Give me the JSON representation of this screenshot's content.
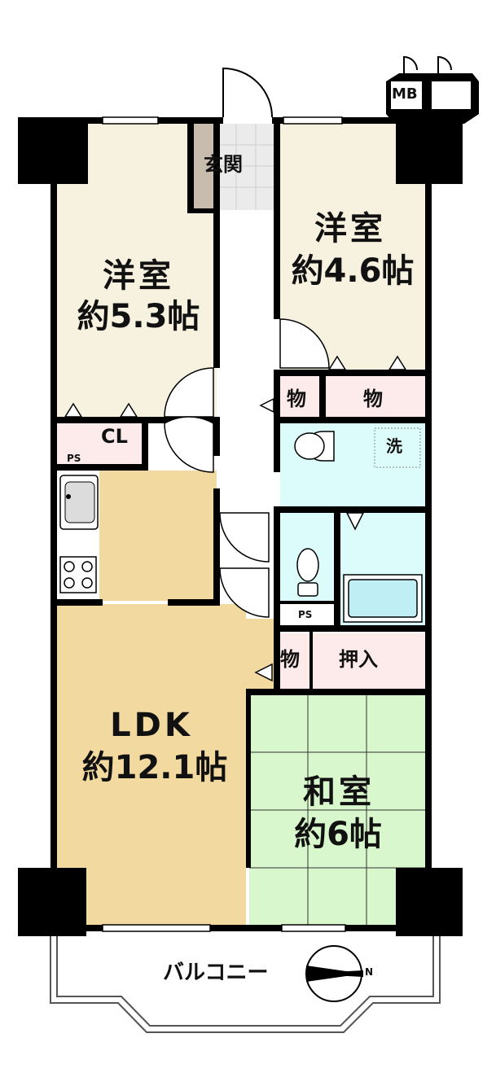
{
  "rooms": {
    "bedroom_left": {
      "name": "洋室",
      "size": "約5.3帖"
    },
    "bedroom_right": {
      "name": "洋室",
      "size": "約4.6帖"
    },
    "ldk": {
      "name": "LDK",
      "size": "約12.1帖"
    },
    "washitsu": {
      "name": "和室",
      "size": "約6帖"
    }
  },
  "labels": {
    "entrance": "玄関",
    "meter_box": "MB",
    "closet": "CL",
    "pipe_shaft_left": "PS",
    "pipe_shaft_center": "PS",
    "storage_1": "物",
    "storage_2": "物",
    "storage_3": "物",
    "washer": "洗",
    "oshiire": "押入",
    "balcony": "バルコニー",
    "compass_n": "N"
  },
  "colors": {
    "bedroom": "#f7f1e0",
    "ldk": "#f1d9a0",
    "kitchen": "#f1d9a0",
    "washitsu": "#d8f7cc",
    "wet_area": "#dcfbfb",
    "storage": "#fdeaea",
    "entrance_tile": "#c8bcae",
    "wall": "#000000"
  }
}
